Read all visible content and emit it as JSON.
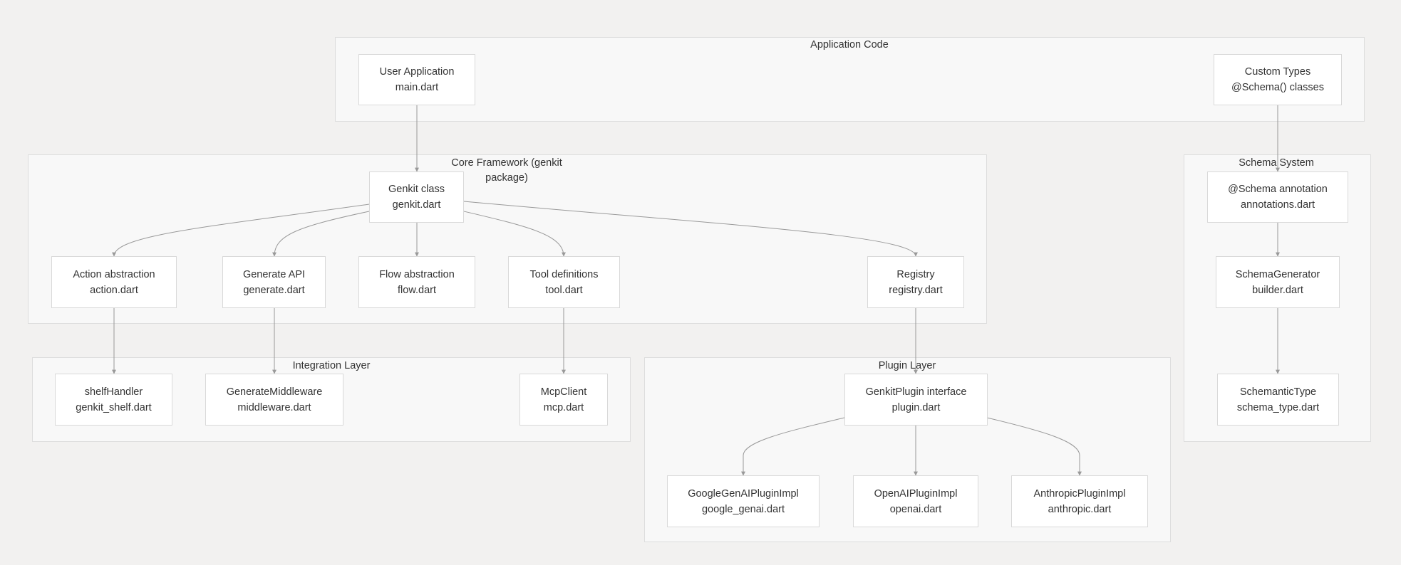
{
  "clusters": {
    "application_code": "Application Code",
    "core_framework": "Core Framework (genkit package)",
    "integration_layer": "Integration Layer",
    "plugin_layer": "Plugin Layer",
    "schema_system": "Schema System"
  },
  "nodes": {
    "user_app": {
      "name": "User Application",
      "file": "main.dart"
    },
    "custom_types": {
      "name": "Custom Types",
      "file": "@Schema() classes"
    },
    "genkit": {
      "name": "Genkit class",
      "file": "genkit.dart"
    },
    "action": {
      "name": "Action abstraction",
      "file": "action.dart"
    },
    "generate": {
      "name": "Generate API",
      "file": "generate.dart"
    },
    "flow": {
      "name": "Flow abstraction",
      "file": "flow.dart"
    },
    "tool": {
      "name": "Tool definitions",
      "file": "tool.dart"
    },
    "registry": {
      "name": "Registry",
      "file": "registry.dart"
    },
    "shelf": {
      "name": "shelfHandler",
      "file": "genkit_shelf.dart"
    },
    "middleware": {
      "name": "GenerateMiddleware",
      "file": "middleware.dart"
    },
    "mcp": {
      "name": "McpClient",
      "file": "mcp.dart"
    },
    "plugin": {
      "name": "GenkitPlugin interface",
      "file": "plugin.dart"
    },
    "google": {
      "name": "GoogleGenAIPluginImpl",
      "file": "google_genai.dart"
    },
    "openai": {
      "name": "OpenAIPluginImpl",
      "file": "openai.dart"
    },
    "anthropic": {
      "name": "AnthropicPluginImpl",
      "file": "anthropic.dart"
    },
    "schema_annotation": {
      "name": "@Schema annotation",
      "file": "annotations.dart"
    },
    "schema_generator": {
      "name": "SchemaGenerator",
      "file": "builder.dart"
    },
    "schemantic": {
      "name": "SchemanticType",
      "file": "schema_type.dart"
    }
  },
  "colors": {
    "background": "#f2f1f0",
    "cluster_fill": "#f8f8f8",
    "cluster_border": "#dddddd",
    "node_fill": "#ffffff",
    "node_border": "#d9d9d9",
    "edge": "#999999"
  }
}
